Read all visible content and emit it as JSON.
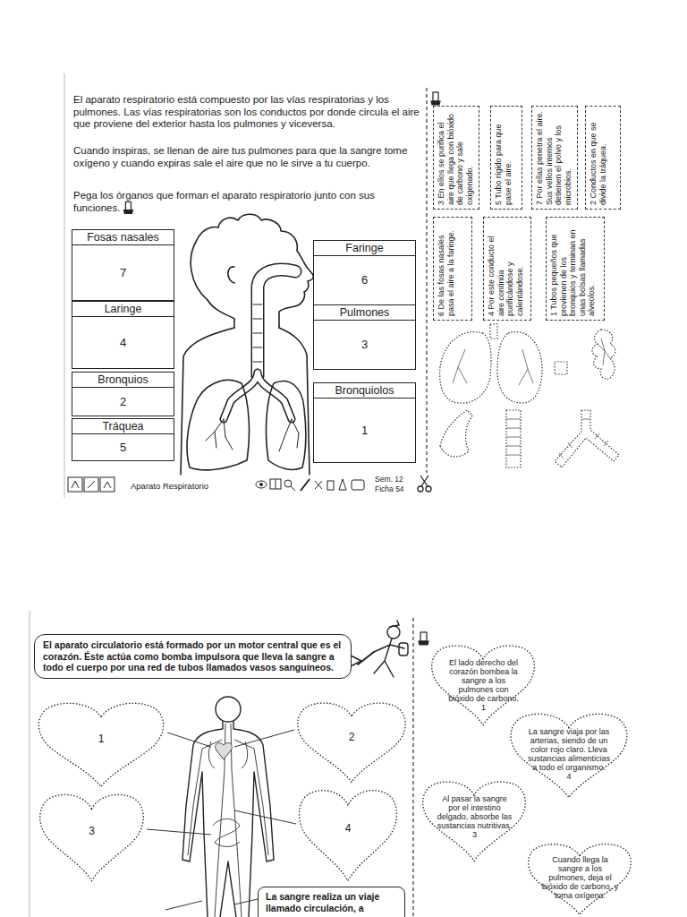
{
  "diagram": {
    "nodes": [
      {
        "text": [
          "Fosas nasales",
          "7"
        ]
      },
      {
        "text": [
          "Faringe",
          "6"
        ]
      },
      {
        "text": [
          "Laringe",
          "4"
        ]
      },
      {
        "text": [
          "Pulmones",
          "3"
        ]
      },
      {
        "text": [
          "Bronquios",
          "2"
        ]
      },
      {
        "text": [
          "Bronquiolos",
          "1"
        ]
      },
      {
        "text": [
          "Tráquea",
          "5"
        ]
      },
      {
        "text": [
          "3 En ellos se purifica el aire que llega con bióxido de carbono y sale oxigenado."
        ]
      },
      {
        "text": [
          "5 Tubo rígido para que pase el aire."
        ]
      },
      {
        "text": [
          "7 Por ellas penetra el aire. Sus vellos internos detienen el polvo y los microbios."
        ]
      },
      {
        "text": [
          "2 Conductos en que se divide la tráquea."
        ]
      },
      {
        "text": [
          "6 De las fosas nasales pasa el aire a la faringe."
        ]
      },
      {
        "text": [
          "4 Por este conducto el aire continúa purificándose y calentándose."
        ]
      },
      {
        "text": [
          "1 Tubos pequeños que provienen de los bronquios y terminan en unas bolsas llamadas alveolos."
        ]
      },
      {
        "text": [
          "El aparato circulatorio está formado por un motor central que es el corazón. Éste actúa como bomba impulsora que lleva la sangre a todo el cuerpo por una red de tubos llamados vasos sanguíneos."
        ]
      },
      {
        "text": [
          "1"
        ]
      },
      {
        "text": [
          "2"
        ]
      },
      {
        "text": [
          "3"
        ]
      },
      {
        "text": [
          "4"
        ]
      },
      {
        "text": [
          "La sangre realiza un viaje llamado circulación, a"
        ]
      },
      {
        "text": [
          "El lado derecho del corazón bombea la sangre a los pulmones con bióxido de carbono.",
          "1"
        ]
      },
      {
        "text": [
          "La sangre viaja por las arterias, siendo de un color rojo claro. Lleva sustancias alimenticias a todo el organismo.",
          "4"
        ]
      },
      {
        "text": [
          "Al pasar la sangre por el intestino delgado, absorbe las sustancias nutritivas.",
          "3"
        ]
      },
      {
        "text": [
          "Cuando llega la sangre a los pulmones, deja el bióxido de carbono, y toma oxígeno."
        ]
      }
    ],
    "labels": [
      "El aparato respiratorio está compuesto por las vías respiratorias y los pulmones. Las vías respiratorias son los conductos por donde circula el aire que proviene del exterior hasta los pulmones y viceversa.",
      "Cuando inspiras, se llenan de aire tus pulmones para que la sangre tome oxígeno y cuando expiras sale el aire que no le sirve a tu cuerpo.",
      "Pega los órganos que forman el aparato respiratorio junto con sus funciones.",
      "Aparato Respiratorio",
      "Sem. 12",
      "Ficha 54"
    ]
  }
}
